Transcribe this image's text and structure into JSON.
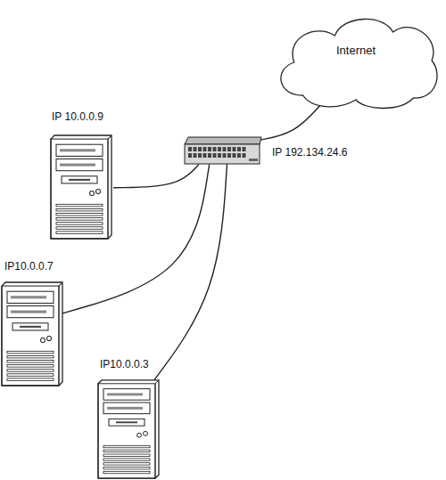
{
  "diagram": {
    "nodes": [
      {
        "text": [
          "Internet"
        ]
      },
      {
        "text": [
          "IP 10.0.0.9"
        ]
      },
      {
        "text": [
          "IP 192.134.24.6"
        ]
      },
      {
        "text": [
          "IP10.0.0.7"
        ]
      },
      {
        "text": [
          "IP10.0.0.3"
        ]
      }
    ],
    "edges": [
      {
        "from": 2,
        "to": 0,
        "arrow": "none"
      },
      {
        "from": 2,
        "to": 1,
        "arrow": "none"
      },
      {
        "from": 2,
        "to": 3,
        "arrow": "none"
      },
      {
        "from": 2,
        "to": 4,
        "arrow": "none"
      }
    ]
  }
}
